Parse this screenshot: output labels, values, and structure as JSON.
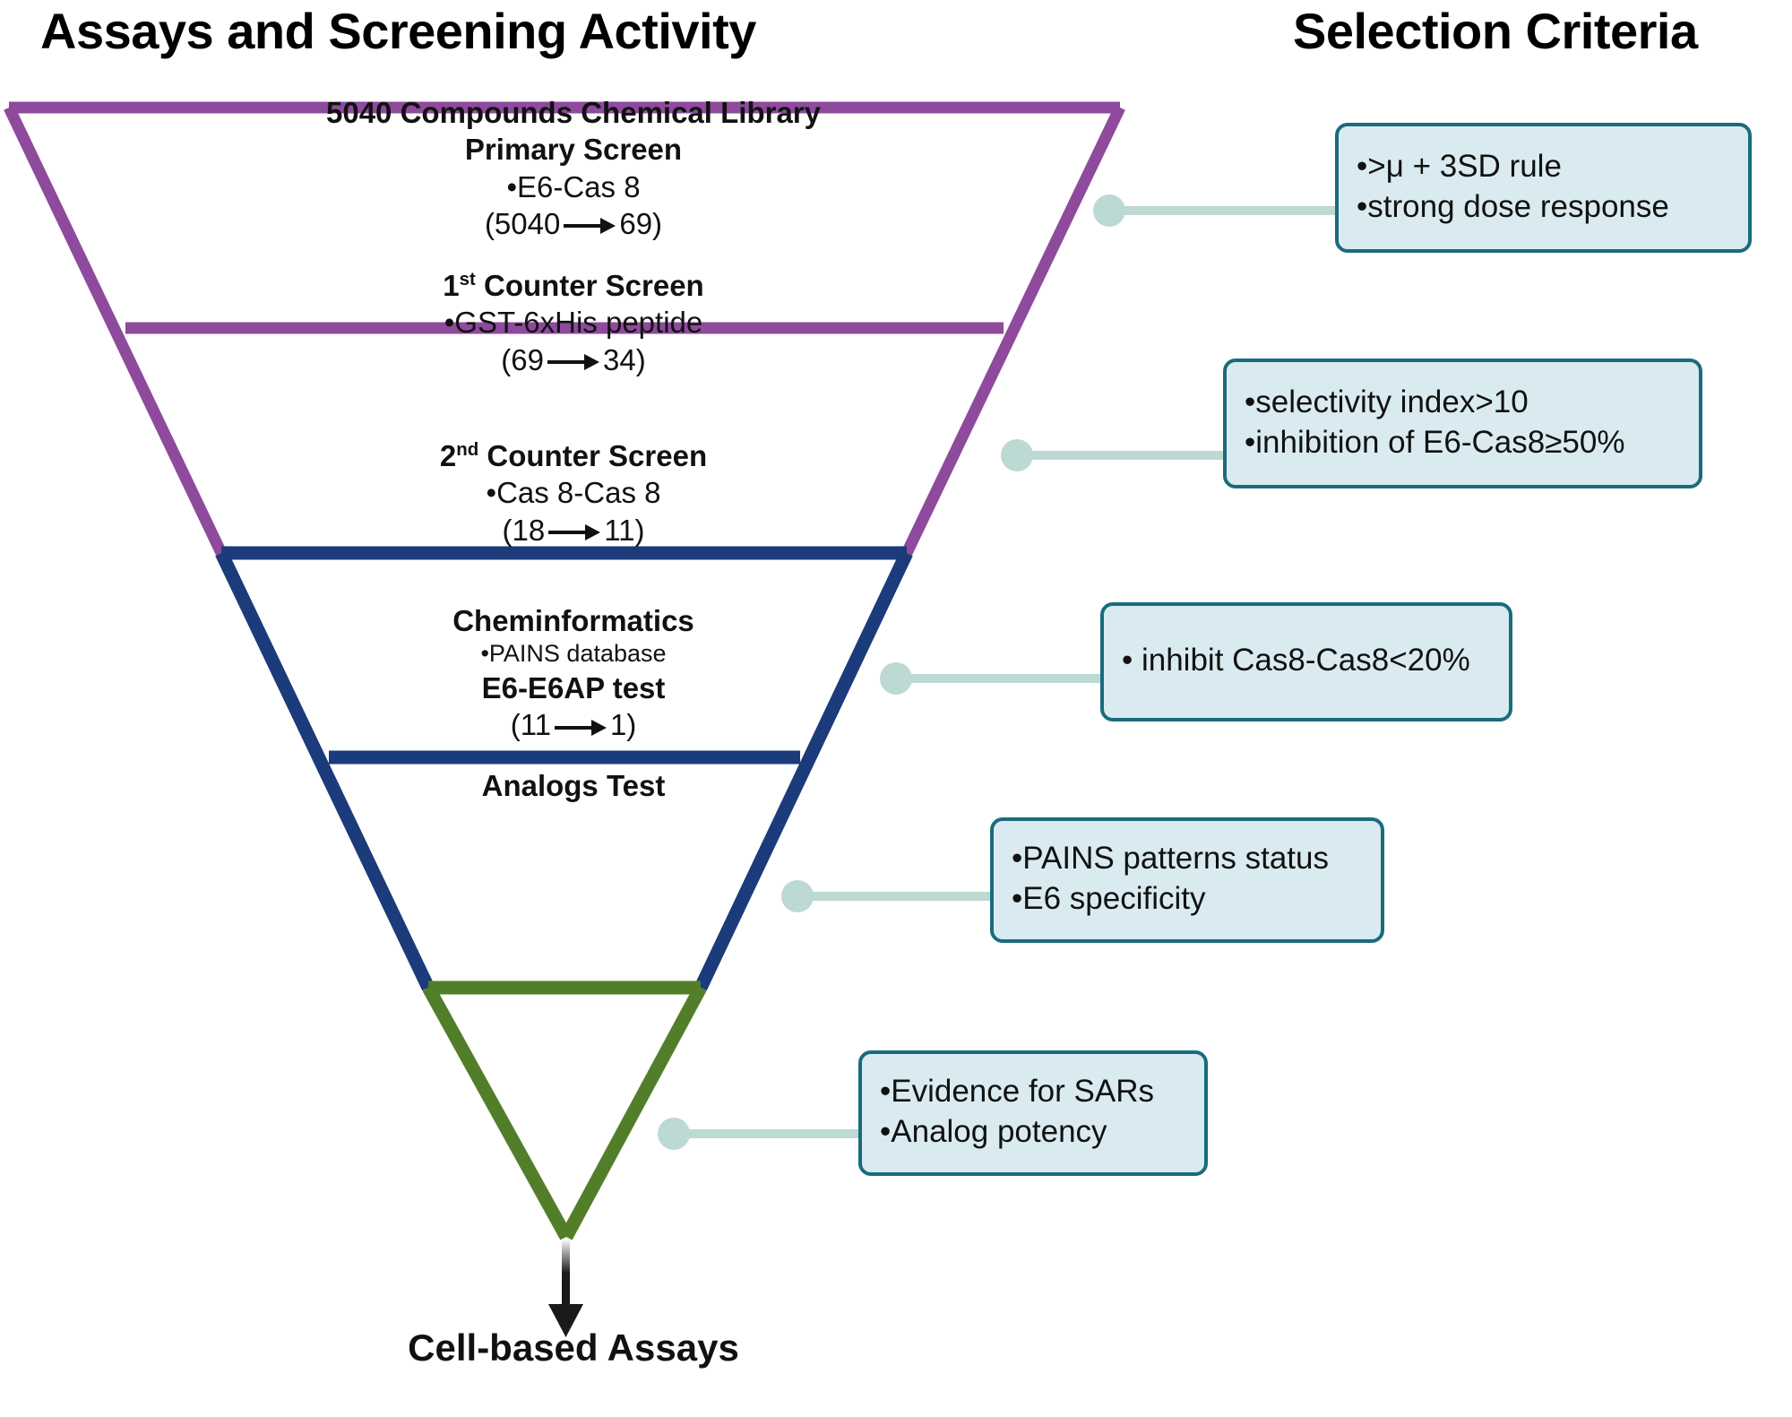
{
  "headings": {
    "left": "Assays and Screening Activity",
    "right": "Selection Criteria"
  },
  "funnel": {
    "stages": [
      {
        "id": "primary-screen",
        "color": "#8e4a9c",
        "title": "5040 Compounds Chemical Library",
        "subtitle": "Primary Screen",
        "bullet": "•E6-Cas 8",
        "count_from": "(5040",
        "count_to": "69)"
      },
      {
        "id": "first-counter-screen",
        "color": "#8e4a9c",
        "title_pre": "1",
        "title_sup": "st",
        "title_post": " Counter Screen",
        "bullet": "•GST-6xHis peptide",
        "count_from": "(69",
        "count_to": "34)"
      },
      {
        "id": "second-counter-screen",
        "color": "#1b3b7b",
        "title_pre": "2",
        "title_sup": "nd",
        "title_post": " Counter Screen",
        "bullet": "•Cas 8-Cas 8",
        "count_from": "(18",
        "count_to": "11)"
      },
      {
        "id": "cheminformatics",
        "color": "#1b3b7b",
        "title": "Cheminformatics",
        "bullet": "•PAINS database",
        "subtitle2": "E6-E6AP test",
        "count_from": "(11",
        "count_to": "1)"
      },
      {
        "id": "analogs-test",
        "color": "#527e2a",
        "title": "Analogs Test"
      }
    ],
    "outcome": "Cell-based Assays"
  },
  "criteria": {
    "box_fill": "#d9ebf0",
    "box_border": "#1a6b7d",
    "connector_color": "#bcd9d4",
    "boxes": [
      {
        "id": "criteria-primary-screen",
        "lines": [
          "•>μ + 3SD rule",
          "•strong dose response"
        ]
      },
      {
        "id": "criteria-first-counter-screen",
        "lines": [
          "•selectivity index>10",
          "•inhibition of E6-Cas8≥50%"
        ]
      },
      {
        "id": "criteria-second-counter-screen",
        "lines": [
          "• inhibit Cas8-Cas8<20%"
        ]
      },
      {
        "id": "criteria-cheminformatics",
        "lines": [
          "•PAINS patterns status",
          "•E6 specificity"
        ]
      },
      {
        "id": "criteria-analogs-test",
        "lines": [
          "•Evidence for SARs",
          "•Analog potency"
        ]
      }
    ]
  },
  "chart_data": {
    "type": "funnel",
    "title": "Assays and Screening Activity",
    "stages": [
      {
        "label": "Primary Screen (E6-Cas 8)",
        "input": 5040,
        "output": 69,
        "color": "#8e4a9c"
      },
      {
        "label": "1st Counter Screen (GST-6xHis peptide)",
        "input": 69,
        "output": 34,
        "color": "#8e4a9c"
      },
      {
        "label": "2nd Counter Screen (Cas 8-Cas 8)",
        "input": 18,
        "output": 11,
        "color": "#1b3b7b"
      },
      {
        "label": "Cheminformatics / E6-E6AP test (PAINS database)",
        "input": 11,
        "output": 1,
        "color": "#1b3b7b"
      },
      {
        "label": "Analogs Test",
        "input": null,
        "output": null,
        "color": "#527e2a"
      }
    ],
    "outcome": "Cell-based Assays"
  }
}
